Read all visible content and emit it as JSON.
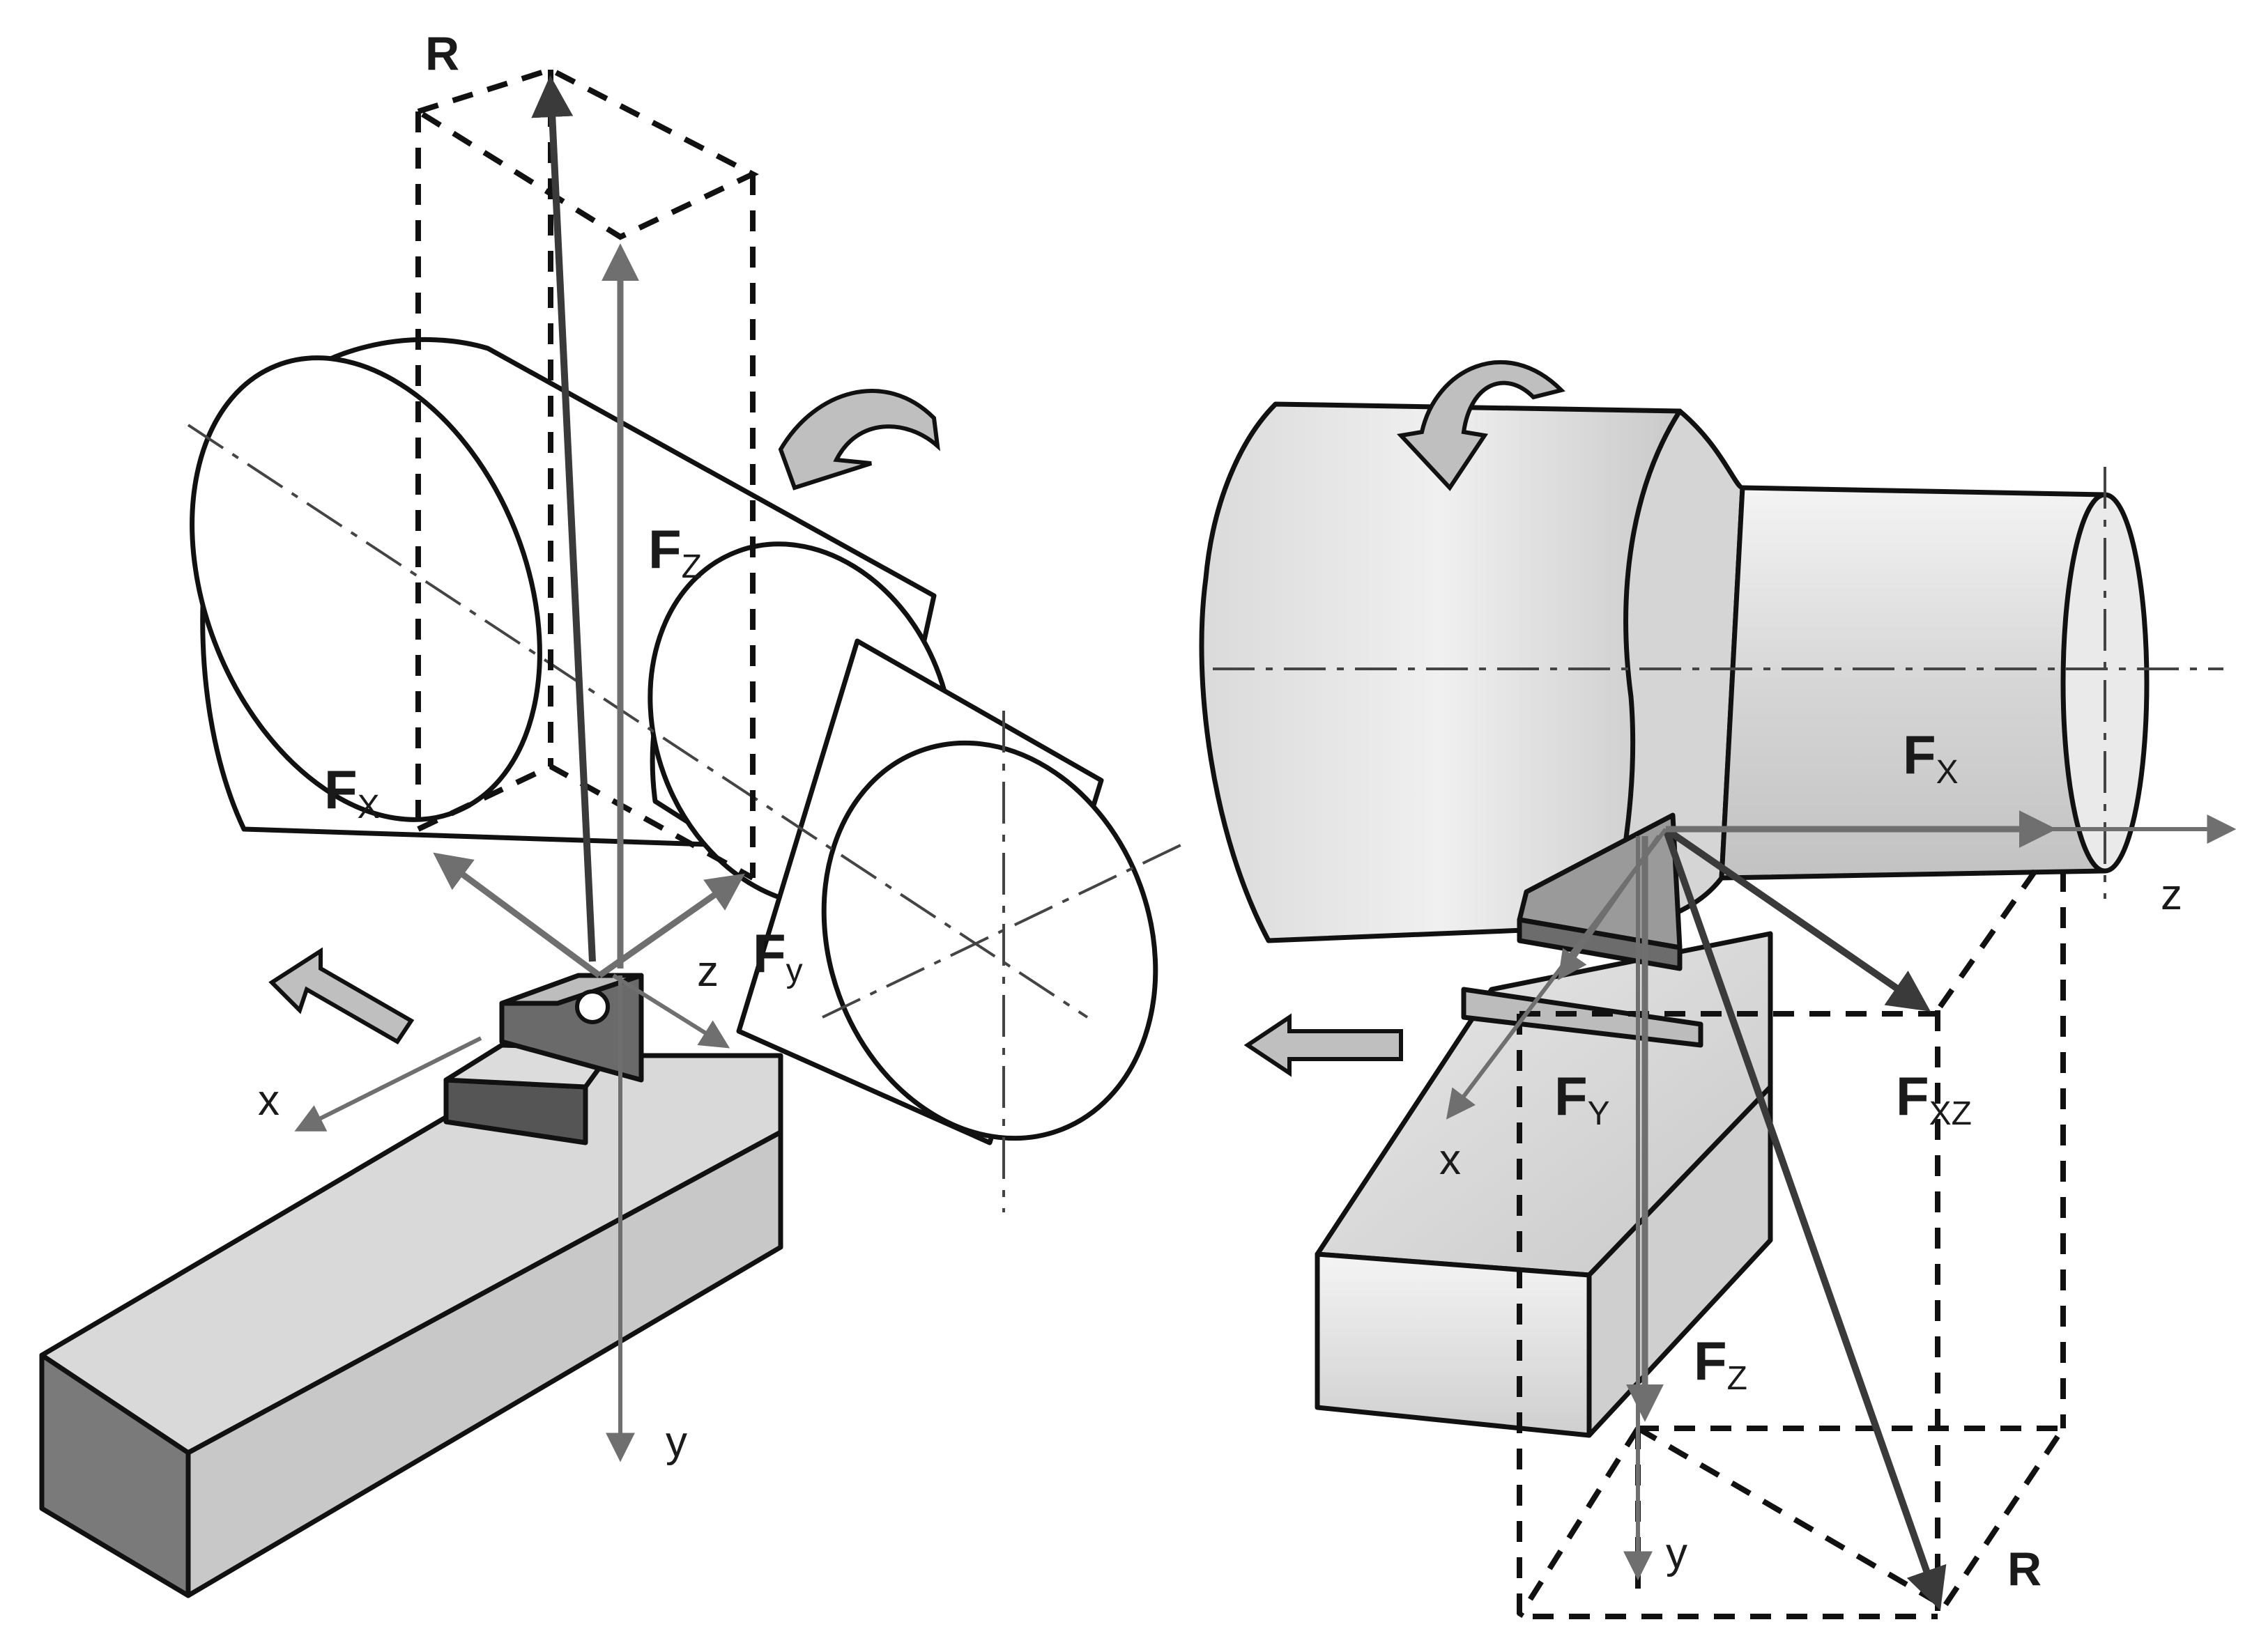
{
  "left": {
    "R": "R",
    "Fz": {
      "main": "F",
      "sub": "Z"
    },
    "Fx": {
      "main": "F",
      "sub": "X"
    },
    "Fy": {
      "main": "F",
      "sub": "y"
    },
    "axis_x": "x",
    "axis_y": "y",
    "axis_z": "z"
  },
  "right": {
    "Fx": {
      "main": "F",
      "sub": "X"
    },
    "Fy": {
      "main": "F",
      "sub": "Y"
    },
    "Fz": {
      "main": "F",
      "sub": "Z"
    },
    "Fxz": {
      "main": "F",
      "sub": "XZ"
    },
    "R": "R",
    "axis_x": "x",
    "axis_y": "y",
    "axis_z": "z"
  }
}
